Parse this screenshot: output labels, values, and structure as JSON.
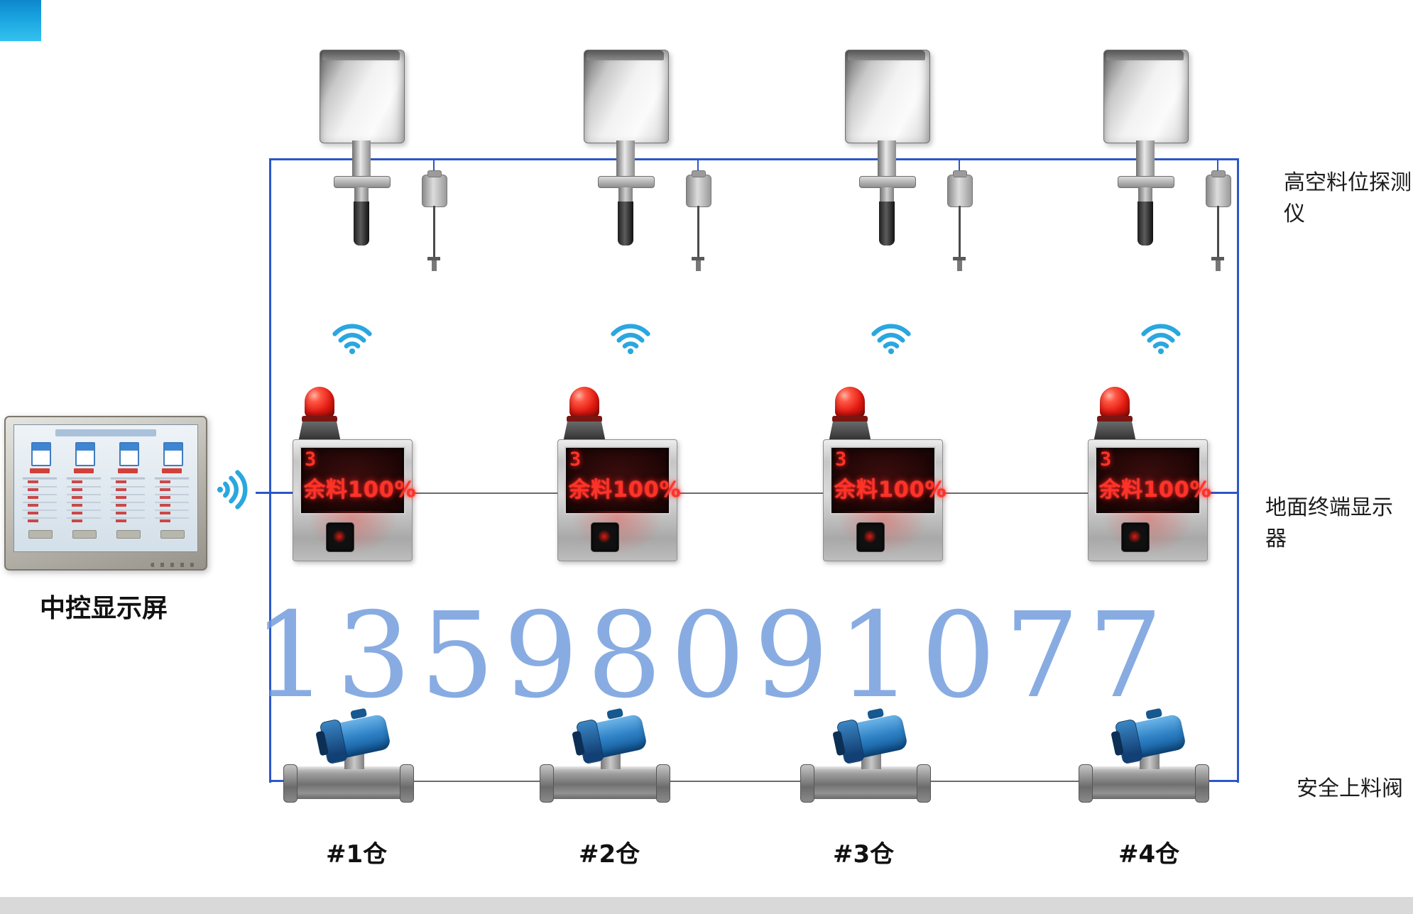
{
  "watermark": {
    "text": "13598091077"
  },
  "side_labels": {
    "detector": "高空料位探测仪",
    "terminal": "地面终端显示器",
    "valve": "安全上料阀"
  },
  "control": {
    "label": "中控显示屏"
  },
  "terminals": {
    "led_line_no": "3",
    "led_text": "余料100%"
  },
  "silos": [
    {
      "label": "#1仓"
    },
    {
      "label": "#2仓"
    },
    {
      "label": "#3仓"
    },
    {
      "label": "#4仓"
    }
  ],
  "colors": {
    "wire_blue": "#2b57c8",
    "wifi_blue": "#2aa7df",
    "led_red": "#ff3326",
    "beacon_red": "#e01810",
    "watermark_blue": "#6e9bdc",
    "logo_cyan": "#33c2ef",
    "bottom_bar_gray": "#d9d9d9"
  }
}
